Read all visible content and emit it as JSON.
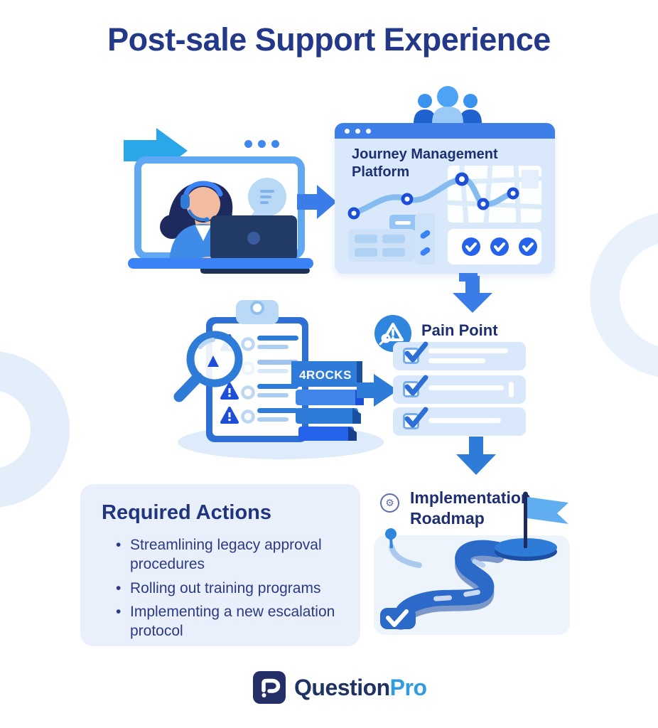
{
  "title": "Post-sale Support Experience",
  "journey_platform": {
    "label": "Journey Management Platform"
  },
  "discovery": {
    "banner_label": "4ROCKS"
  },
  "pain_point": {
    "label": "Pain Point"
  },
  "roadmap": {
    "label": "Implementation Roadmap"
  },
  "required_actions": {
    "heading": "Required Actions",
    "items": [
      "Streamlining legacy approval procedures",
      "Rolling out training programs",
      "Implementing a new escalation protocol"
    ]
  },
  "footer": {
    "brand_primary": "Question",
    "brand_secondary": "Pro"
  },
  "colors": {
    "navy_text": "#24388a",
    "accent_blue": "#2e7cd8",
    "bright_blue": "#3b82f6",
    "cyan_arrow": "#29a7e9",
    "window_body": "#d9e9fb",
    "card_bg": "#e9f0fb",
    "road_blue": "#2b6ac9",
    "brand_navy": "#232f66",
    "brand_blue": "#2f9be1"
  }
}
